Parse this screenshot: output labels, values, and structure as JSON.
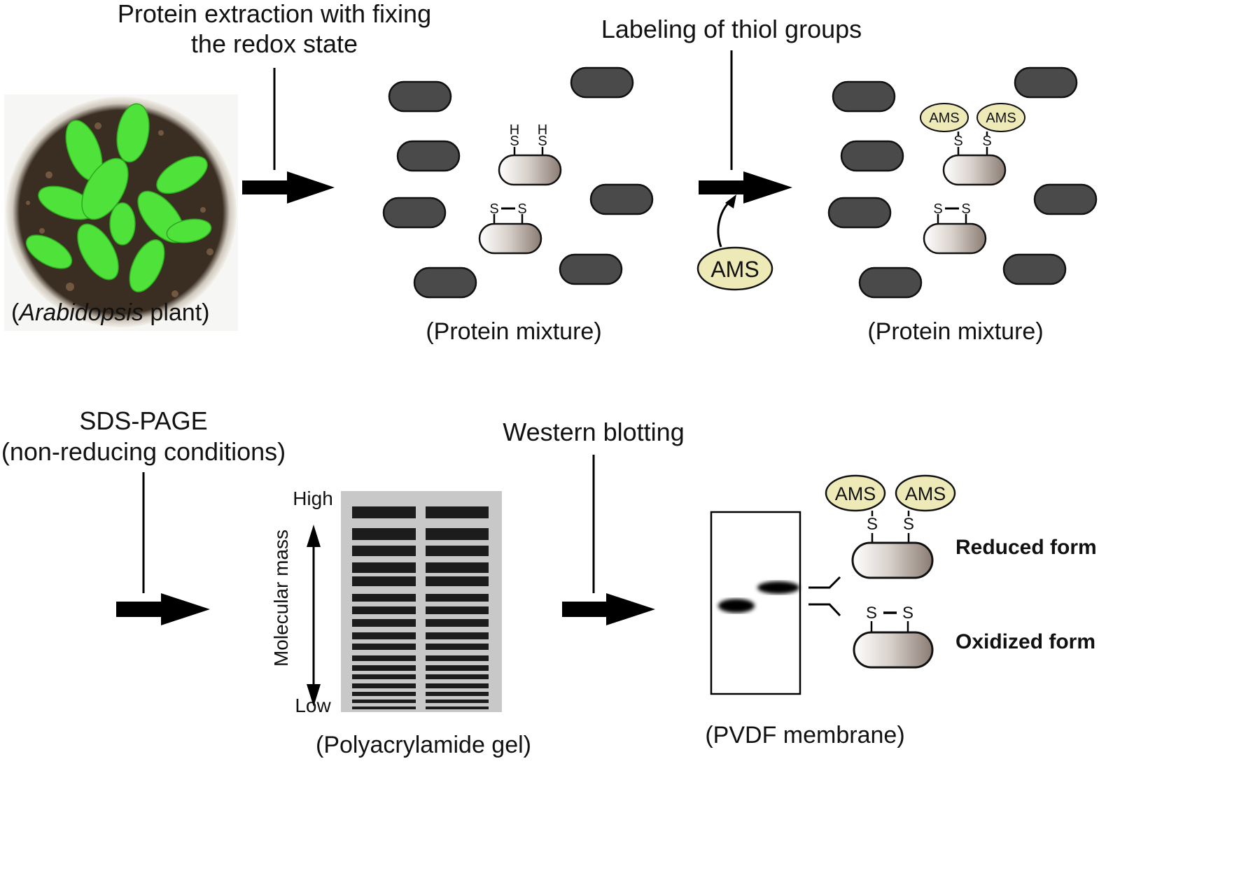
{
  "steps": {
    "extraction_line1": "Protein extraction with fixing",
    "extraction_line2": "the redox state",
    "labeling": "Labeling of thiol groups",
    "sds_line1": "SDS-PAGE",
    "sds_line2": "(non-reducing conditions)",
    "western": "Western blotting"
  },
  "captions": {
    "plant_prefix": "(",
    "plant_italic": "Arabidopsis",
    "plant_suffix": " plant)",
    "mixture_1": "(Protein mixture)",
    "mixture_2": "(Protein mixture)",
    "gel": "(Polyacrylamide gel)",
    "membrane": "(PVDF membrane)"
  },
  "reagent": {
    "ams": "AMS"
  },
  "atoms": {
    "sulfur": "S",
    "hydrogen": "H"
  },
  "gel_axis": {
    "high": "High",
    "low": "Low",
    "label": "Molecular mass"
  },
  "forms": {
    "reduced": "Reduced form",
    "oxidized": "Oxidized form"
  },
  "colors": {
    "protein_dark": "#4a4a4a",
    "ams_fill": "#eeeab8",
    "gel_background": "#c8c8c8",
    "gel_band": "#1c1c1c",
    "plant_green": "#4ee23a",
    "soil": "#3a2d22"
  }
}
